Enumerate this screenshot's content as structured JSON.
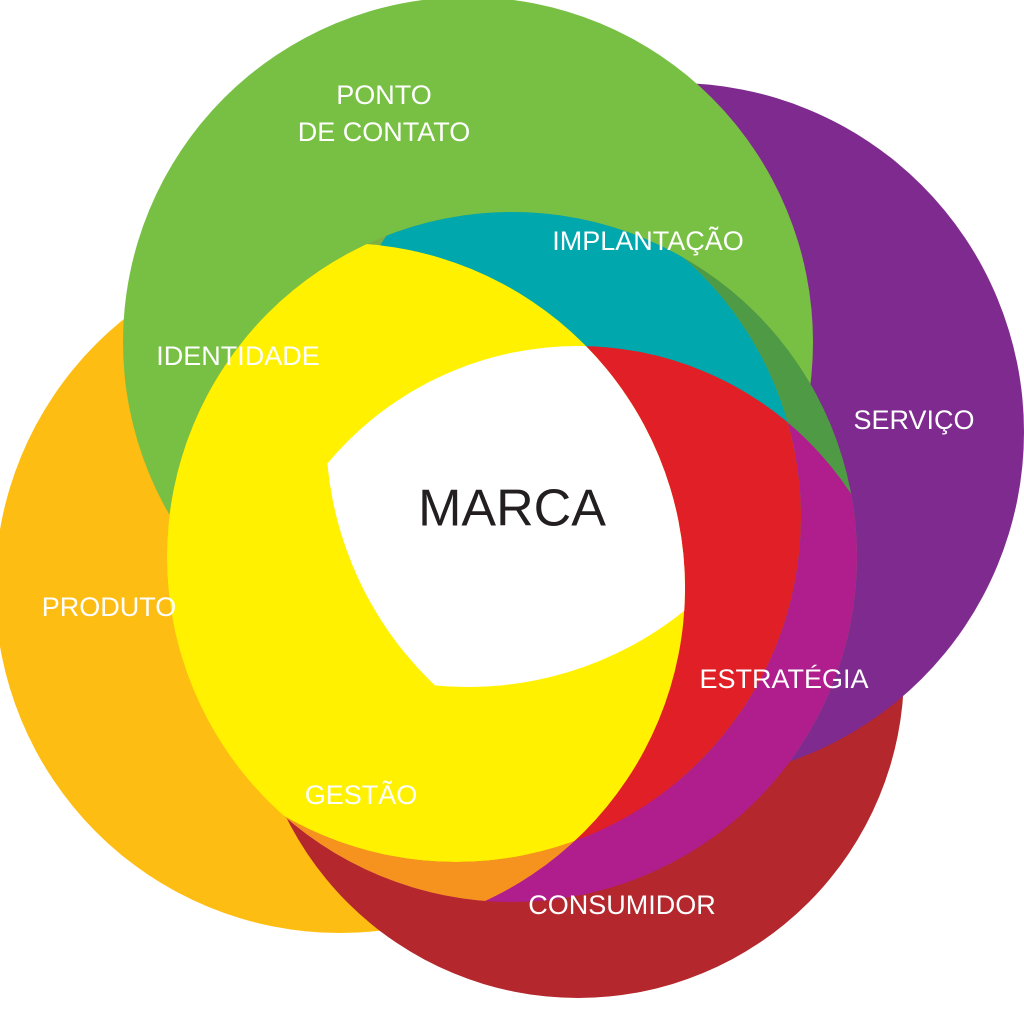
{
  "diagram": {
    "center": {
      "label": "MARCA"
    },
    "colors": {
      "top_green": "#78c043",
      "purple": "#7f2a8f",
      "crimson": "#b3272d",
      "orange_yellow": "#fdbd13",
      "identidade": "#a7cc3a",
      "implantacao": "#4f9a45",
      "mid_green": "#7bb043",
      "teal": "#00a7ad",
      "magenta": "#b01e8e",
      "red": "#e01f26",
      "orange": "#f6931f",
      "yellow": "#fff100",
      "center": "#ffffff"
    },
    "labels": {
      "ponto_line1": "PONTO",
      "ponto_line2": "DE CONTATO",
      "implantacao": "IMPLANTAÇÃO",
      "identidade": "IDENTIDADE",
      "servico": "SERVIÇO",
      "produto": "PRODUTO",
      "estrategia": "ESTRATÉGIA",
      "gestao": "GESTÃO",
      "consumidor": "CONSUMIDOR"
    }
  }
}
